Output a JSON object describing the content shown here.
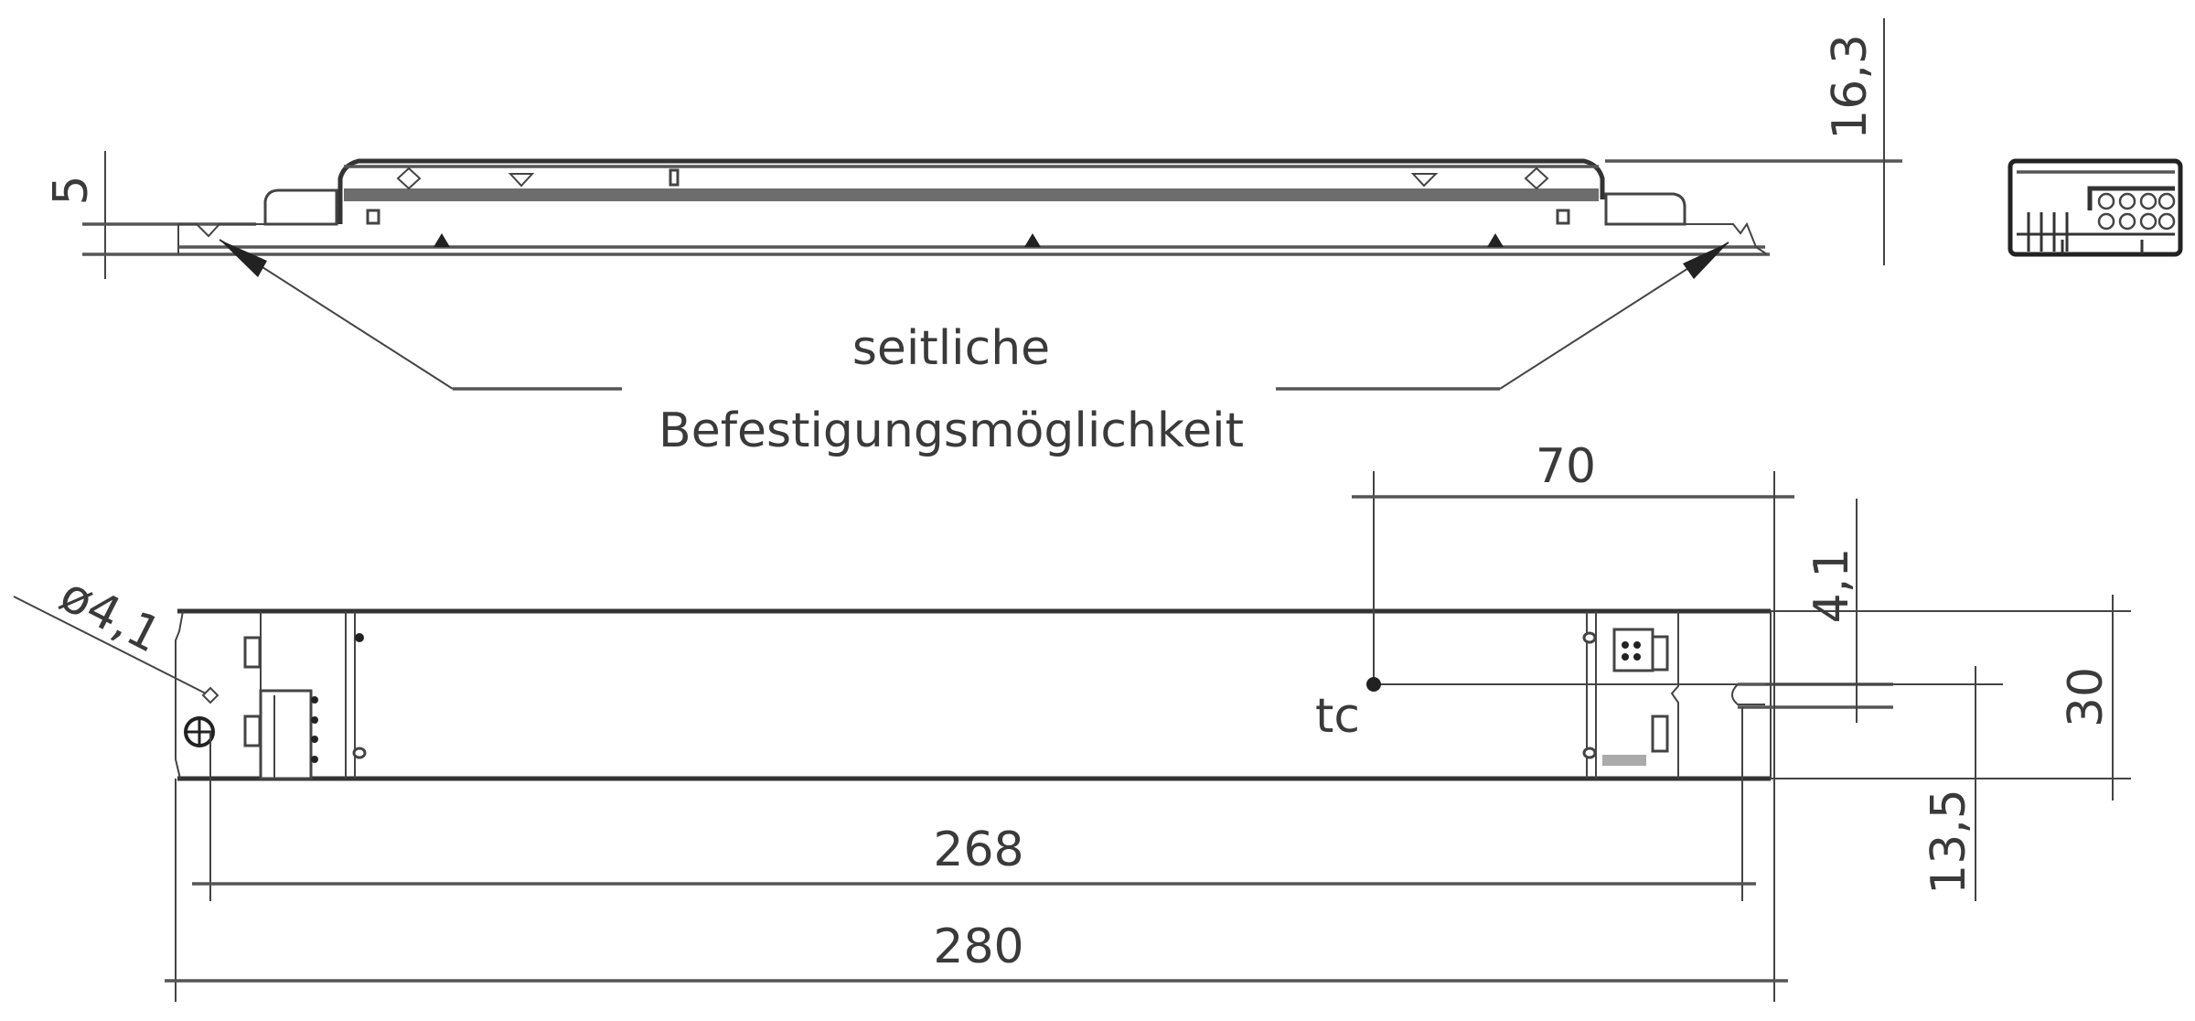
{
  "drawing": {
    "title": "LED driver dimension drawing",
    "annotation": {
      "line1": "seitliche",
      "line2": "Befestigungsmöglichkeit"
    },
    "top_view": {
      "dim_height_small": "5",
      "dim_height_total": "16,3"
    },
    "plan_view": {
      "dim_hole_diameter": "ø4,1",
      "dim_tc_offset": "70",
      "tc_label": "tc",
      "dim_cable_offset": "4,1",
      "dim_width": "30",
      "dim_cable_height": "13,5",
      "dim_hole_spacing": "268",
      "dim_total_length": "280"
    },
    "colors": {
      "line": "#444444",
      "text": "#3a3a3a",
      "background": "#ffffff"
    }
  }
}
